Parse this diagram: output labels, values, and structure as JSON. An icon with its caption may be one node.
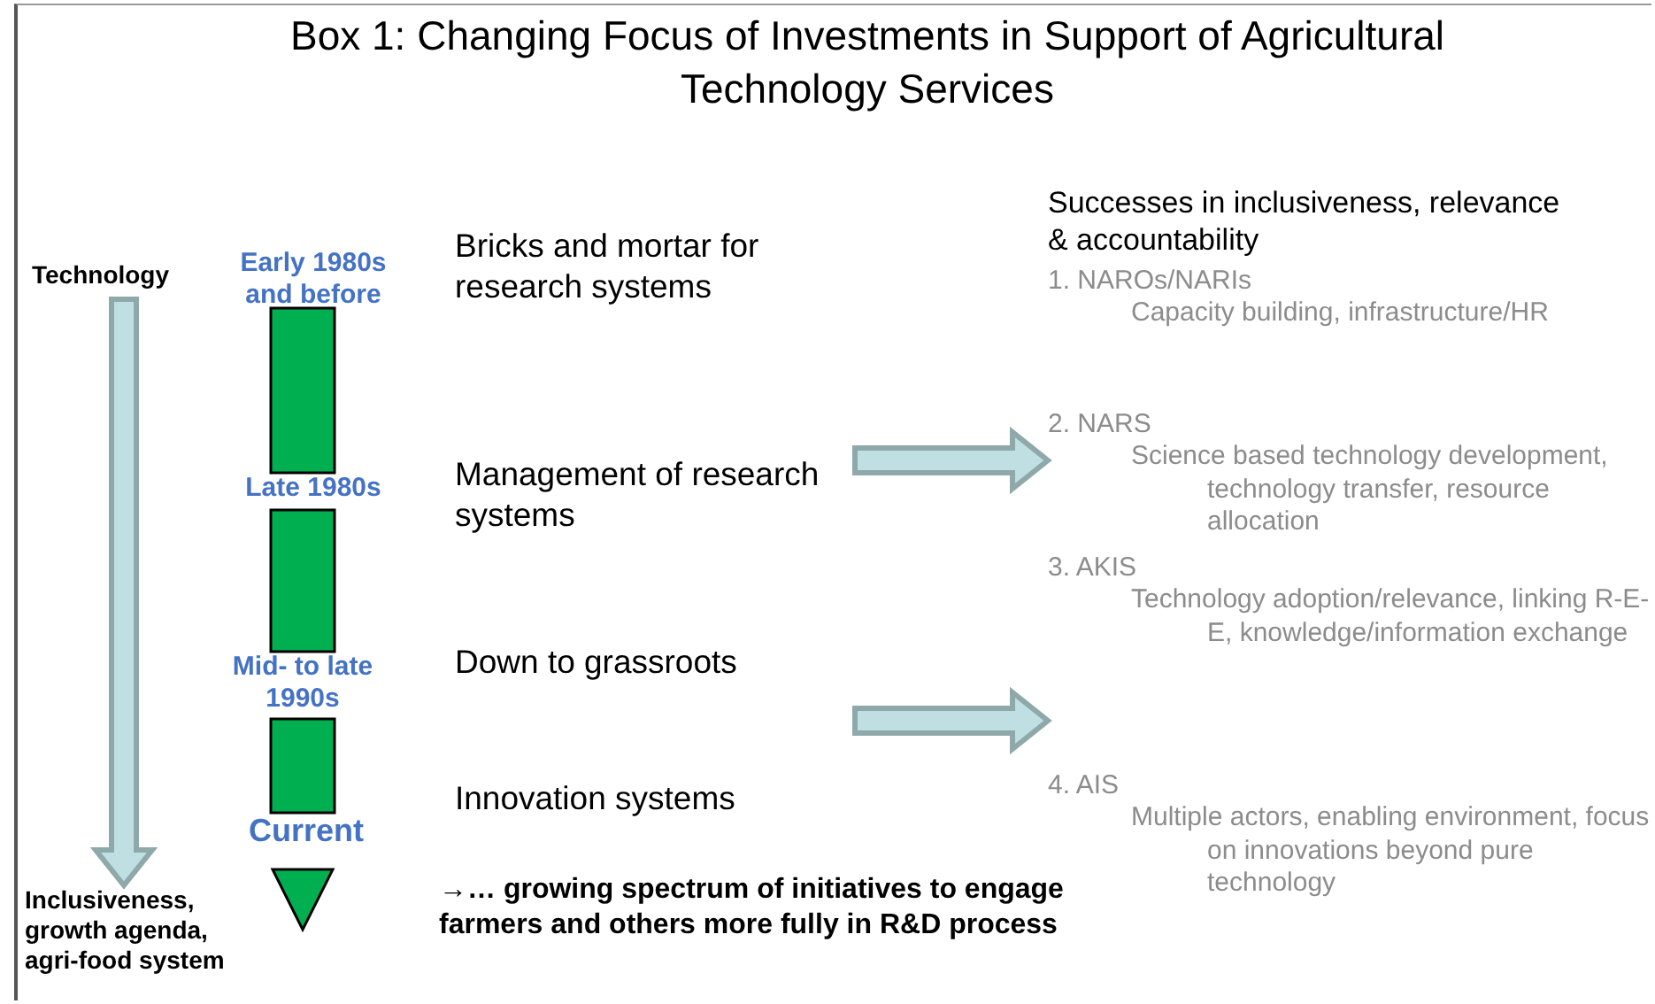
{
  "diagram": {
    "title": "Box 1: Changing Focus of Investments in Support of Agricultural Technology Services",
    "nodes": [
      {
        "text": [
          "Technology"
        ]
      },
      {
        "text": [
          "Inclusiveness, growth agenda, agri-food system"
        ]
      },
      {
        "text": [
          "Early 1980s and before"
        ]
      },
      {
        "text": [
          "Late 1980s"
        ]
      },
      {
        "text": [
          "Mid- to late 1990s"
        ]
      },
      {
        "text": [
          "Current"
        ]
      },
      {
        "text": [],
        "shape": "triangle"
      },
      {
        "text": [
          "Bricks and mortar for research systems"
        ]
      },
      {
        "text": [
          "Management of research systems"
        ]
      },
      {
        "text": [
          "Down to grassroots"
        ]
      },
      {
        "text": [
          "Innovation systems"
        ]
      },
      {
        "text": [
          "1.  NAROs/NARIs",
          "Capacity building, infrastructure/HR"
        ]
      },
      {
        "text": [
          "2.  NARS",
          "Science based technology development, technology transfer, resource allocation"
        ]
      },
      {
        "text": [
          "3.  AKIS",
          "Technology adoption/relevance, linking R-E-E, knowledge/information exchange"
        ]
      },
      {
        "text": [
          "4.  AIS",
          "Multiple actors, enabling environment, focus on innovations  beyond pure technology"
        ]
      }
    ],
    "edges": [
      {
        "from": 0,
        "to": 1,
        "arrow": "to",
        "style": "thick",
        "color": "#c0dfe3"
      },
      {
        "from": 2,
        "to": 3,
        "arrow": "none",
        "style": "thick",
        "color": "#00b050"
      },
      {
        "from": 3,
        "to": 4,
        "arrow": "none",
        "style": "thick",
        "color": "#00b050"
      },
      {
        "from": 4,
        "to": 5,
        "arrow": "none",
        "style": "thick",
        "color": "#00b050"
      },
      {
        "from": 8,
        "to": 12,
        "arrow": "to",
        "style": "thick",
        "color": "#c0dfe3"
      },
      {
        "from": 9,
        "to": 13,
        "arrow": "to",
        "style": "thick",
        "color": "#c0dfe3"
      }
    ],
    "labels": [
      "Successes in inclusiveness, relevance & accountability",
      "→… growing spectrum of initiatives to engage farmers and others more fully in R&D process"
    ]
  }
}
